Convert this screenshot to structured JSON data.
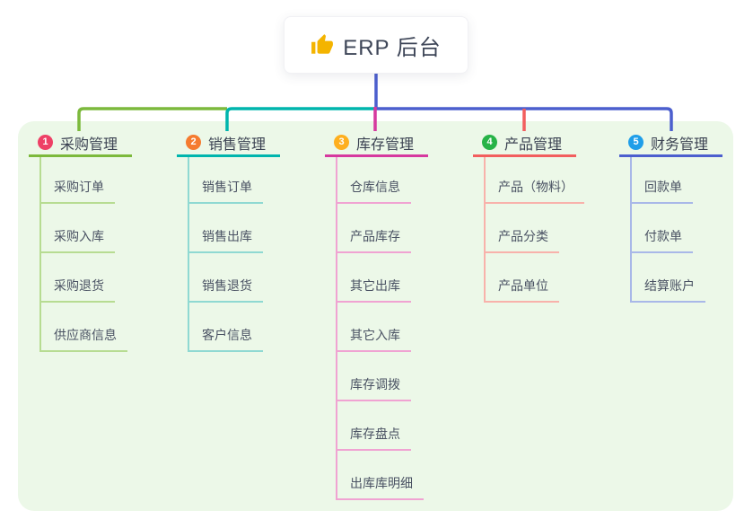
{
  "root": {
    "label": "ERP 后台",
    "icon": "thumbs-up-icon",
    "line_color": "#4c5fce"
  },
  "canvas": {
    "background": "#ffffff",
    "panel_background": "#ecf8e8"
  },
  "branches": [
    {
      "num": "1",
      "label": "采购管理",
      "badge_color": "#ee4066",
      "line_color": "#7cb93c",
      "child_line_color": "#b7dc92",
      "children": [
        "采购订单",
        "采购入库",
        "采购退货",
        "供应商信息"
      ]
    },
    {
      "num": "2",
      "label": "销售管理",
      "badge_color": "#f57b2f",
      "line_color": "#00b5ad",
      "child_line_color": "#8fd9d2",
      "children": [
        "销售订单",
        "销售出库",
        "销售退货",
        "客户信息"
      ]
    },
    {
      "num": "3",
      "label": "库存管理",
      "badge_color": "#feaf1e",
      "line_color": "#d6399f",
      "child_line_color": "#f0a3d2",
      "children": [
        "仓库信息",
        "产品库存",
        "其它出库",
        "其它入库",
        "库存调拨",
        "库存盘点",
        "出库库明细"
      ]
    },
    {
      "num": "4",
      "label": "产品管理",
      "badge_color": "#27b347",
      "line_color": "#f25e5e",
      "child_line_color": "#f8b2ab",
      "children": [
        "产品（物料）",
        "产品分类",
        "产品单位"
      ]
    },
    {
      "num": "5",
      "label": "财务管理",
      "badge_color": "#1f9ee9",
      "line_color": "#4c5fce",
      "child_line_color": "#a9b8e8",
      "children": [
        "回款单",
        "付款单",
        "结算账户"
      ]
    }
  ]
}
